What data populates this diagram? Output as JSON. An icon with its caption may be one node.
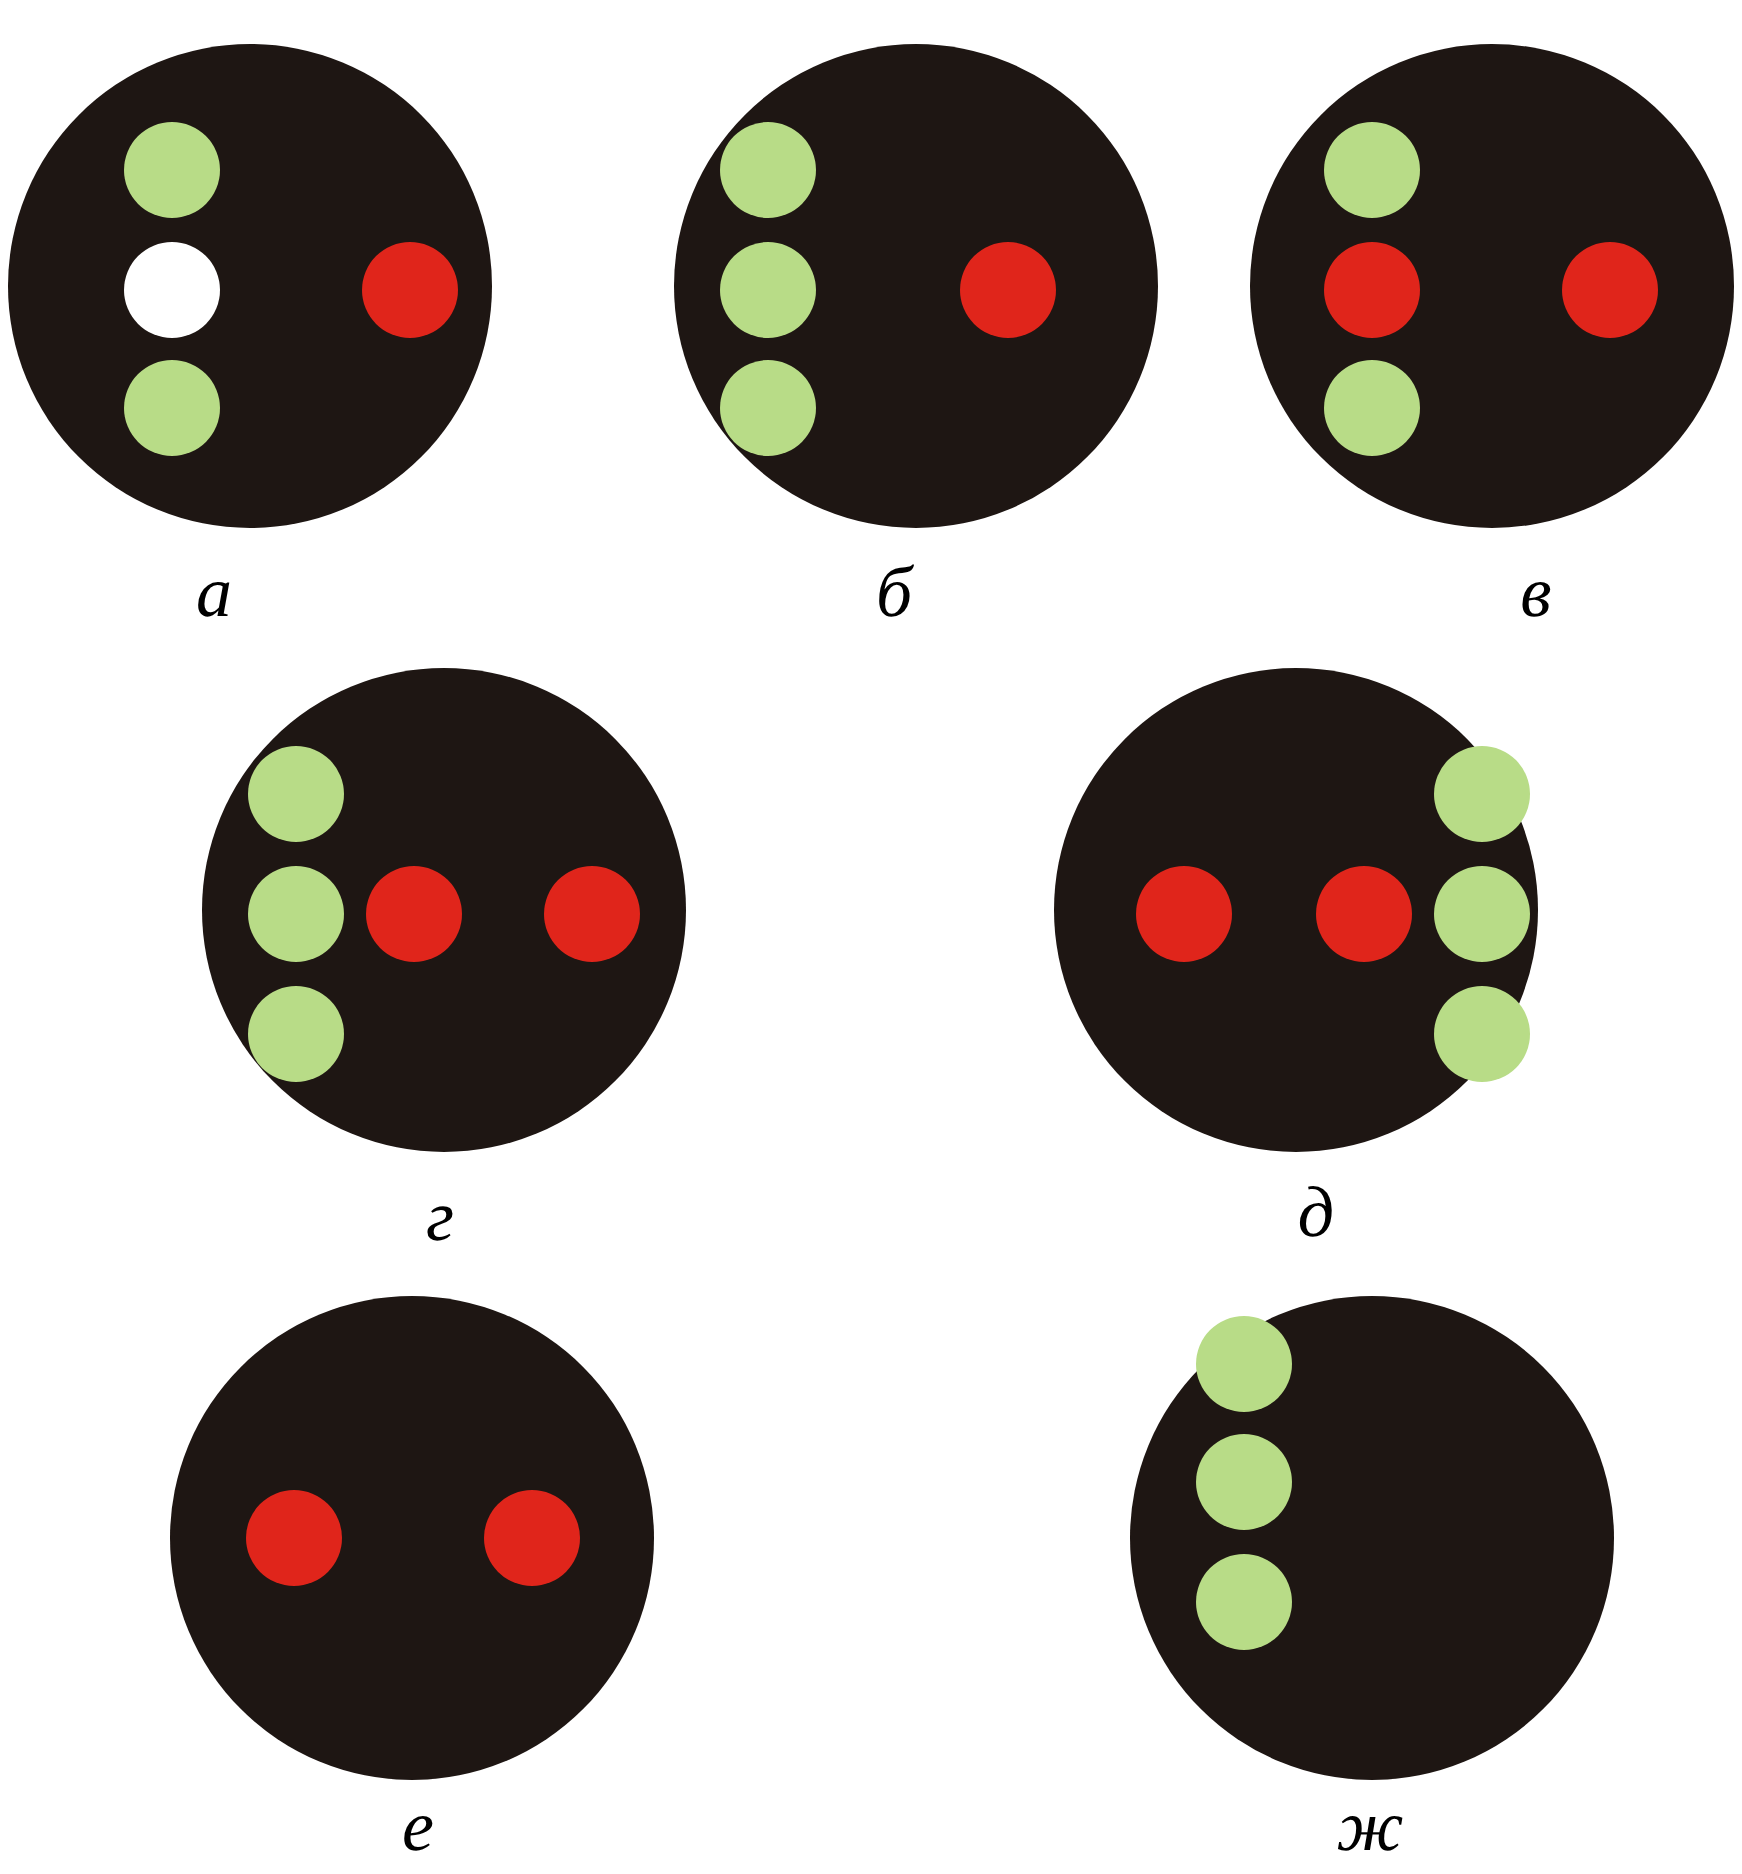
{
  "diagram": {
    "labels": [
      "а",
      "б",
      "в",
      "г",
      "д",
      "е",
      "ж"
    ]
  }
}
